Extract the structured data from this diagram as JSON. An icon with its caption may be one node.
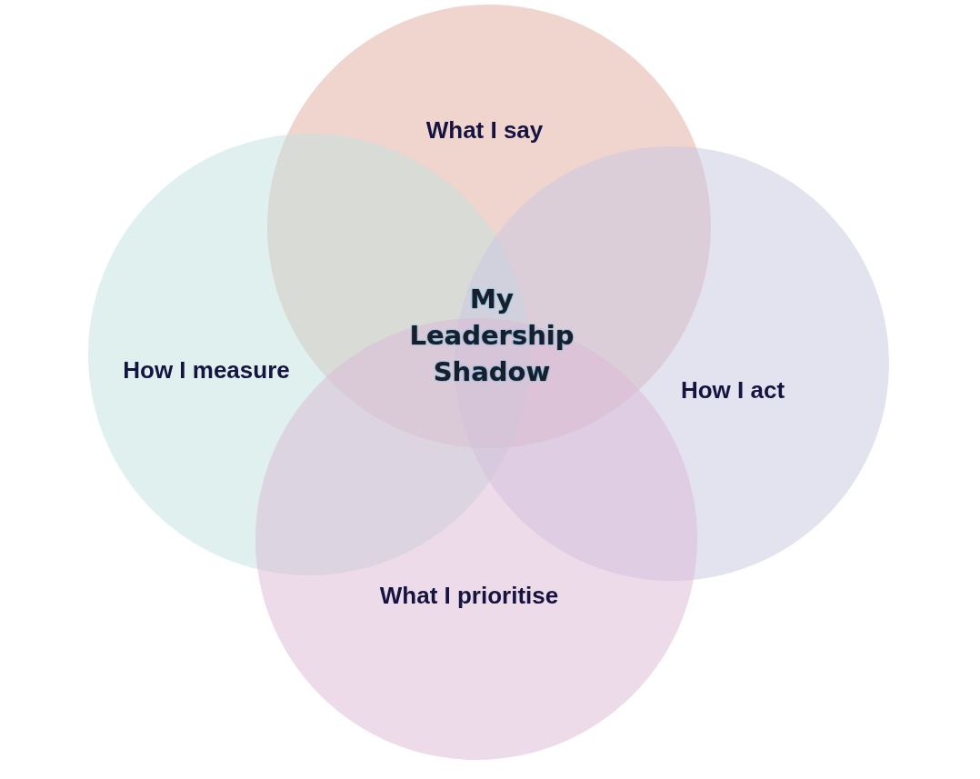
{
  "diagram": {
    "nodes": [
      {
        "text": [
          "What I say"
        ]
      },
      {
        "text": [
          "How I measure"
        ]
      },
      {
        "text": [
          "How I act"
        ]
      },
      {
        "text": [
          "What I prioritise"
        ]
      }
    ],
    "labels": [
      "My Leadership Shadow"
    ]
  }
}
